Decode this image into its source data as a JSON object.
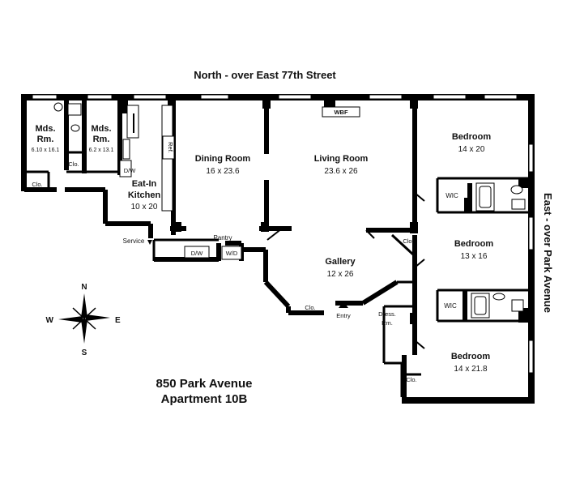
{
  "orientation": {
    "north_label": "North - over East 77th Street",
    "east_label": "East - over Park Avenue"
  },
  "compass": {
    "n": "N",
    "e": "E",
    "s": "S",
    "w": "W"
  },
  "building": {
    "address": "850 Park Avenue",
    "unit": "Apartment 10B"
  },
  "rooms": {
    "mds1": {
      "name_line1": "Mds.",
      "name_line2": "Rm.",
      "dims": "6.10 x 16.1"
    },
    "mds2": {
      "name_line1": "Mds.",
      "name_line2": "Rm.",
      "dims": "6.2 x 13.1"
    },
    "kitchen": {
      "name_line1": "Eat-In",
      "name_line2": "Kitchen",
      "dims": "10 x 20"
    },
    "dining": {
      "name": "Dining Room",
      "dims": "16 x 23.6"
    },
    "living": {
      "name": "Living Room",
      "dims": "23.6 x 26"
    },
    "gallery": {
      "name": "Gallery",
      "dims": "12 x 26"
    },
    "bedroom1": {
      "name": "Bedroom",
      "dims": "14 x 20"
    },
    "bedroom2": {
      "name": "Bedroom",
      "dims": "13 x 16"
    },
    "bedroom3": {
      "name": "Bedroom",
      "dims": "14 x 21.8"
    },
    "dressing": {
      "name_line1": "Dress.",
      "name_line2": "Rm."
    }
  },
  "labels": {
    "wbf": "WBF",
    "ref": "Ref.",
    "dw_kitchen": "D/W",
    "dw_pantry": "D/W",
    "wd": "W/D",
    "pantry": "Pantry",
    "service": "Service",
    "entry": "Entry",
    "wic1": "WIC",
    "wic2": "WIC",
    "clo_mds": "Clo.",
    "clo_sw": "Clo.",
    "clo_gallery_ne": "Clo.",
    "clo_entry": "Clo.",
    "clo_bed3": "Clo."
  }
}
